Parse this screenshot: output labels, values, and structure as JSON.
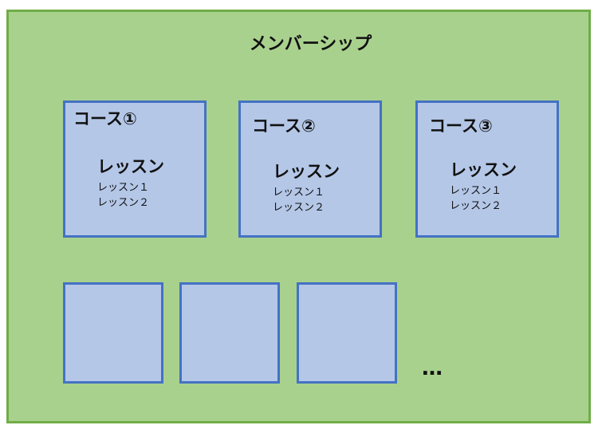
{
  "membership": {
    "title": "メンバーシップ",
    "fill_color": "#a9d18e",
    "border_color": "#70ad47"
  },
  "courses": [
    {
      "title": "コース①",
      "lesson_heading": "レッスン",
      "lessons": [
        "レッスン１",
        "レッスン２"
      ]
    },
    {
      "title": "コース②",
      "lesson_heading": "レッスン",
      "lessons": [
        "レッスン１",
        "レッスン２"
      ]
    },
    {
      "title": "コース③",
      "lesson_heading": "レッスン",
      "lessons": [
        "レッスン１",
        "レッスン２"
      ]
    }
  ],
  "card_style": {
    "fill_color": "#b4c7e7",
    "border_color": "#4472c4"
  },
  "more_indicator": "…"
}
